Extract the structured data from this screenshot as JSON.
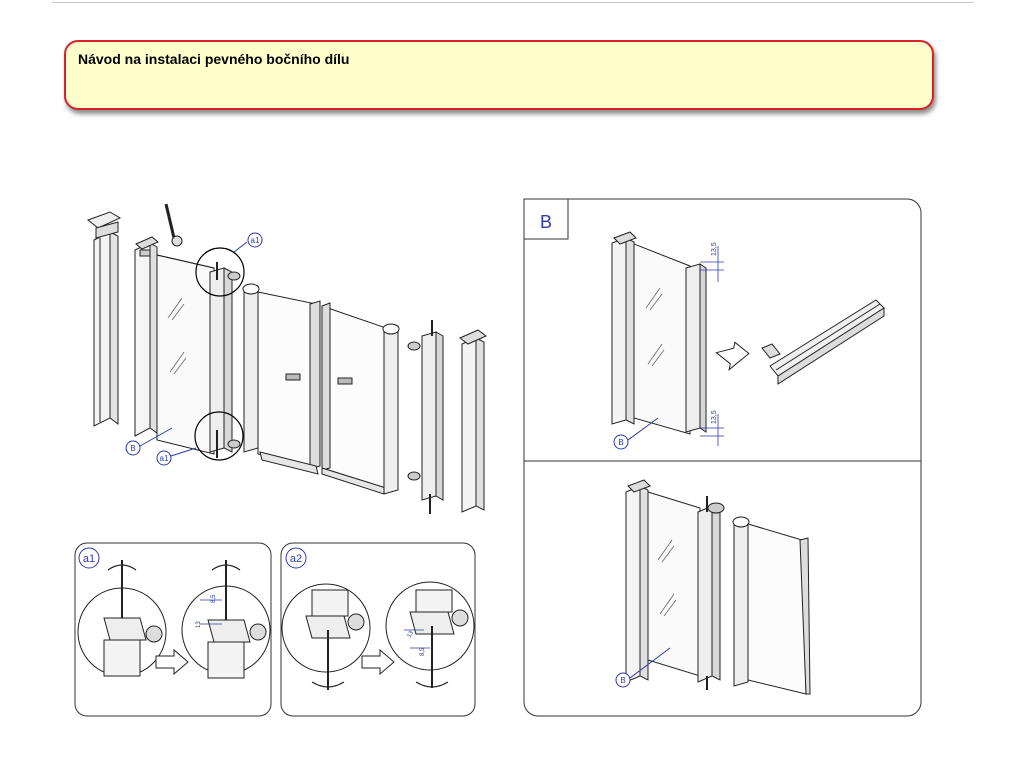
{
  "title": "Návod na instalaci pevného bočního dílu",
  "labels": {
    "panel": "B",
    "detail_a1": "a1",
    "detail_a2": "a2",
    "box_b": "B"
  },
  "dimensions": {
    "b_top": "13,5",
    "b_bottom": "13,5",
    "a1_upper": "8,5",
    "a1_lower": "13",
    "a2_upper": "13",
    "a2_lower": "8,5"
  },
  "colors": {
    "title_border": "#d9212a",
    "title_fill": "#ffffcc",
    "callout": "#2e3aa8"
  }
}
